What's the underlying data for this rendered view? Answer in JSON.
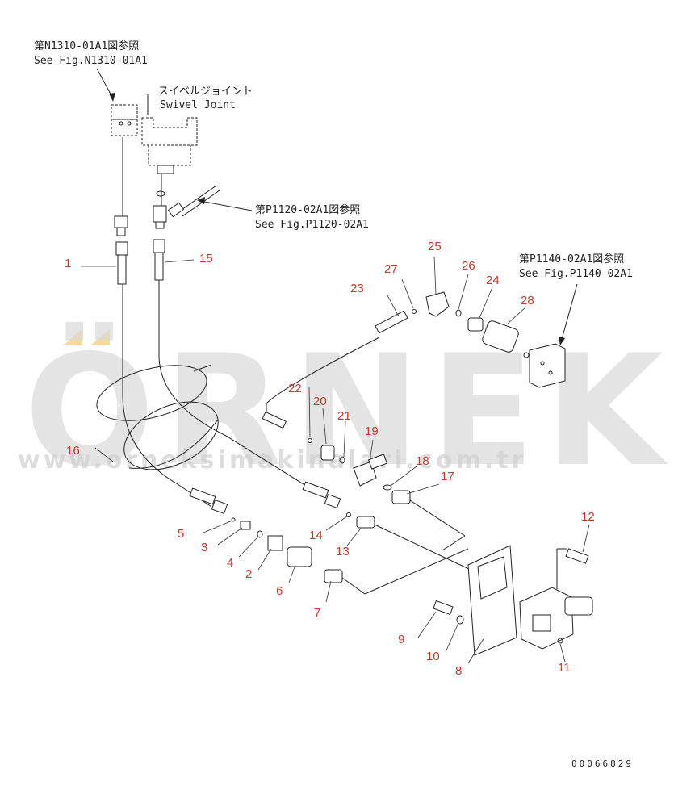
{
  "references": {
    "n1310_jp": "第N1310-01A1図参照",
    "n1310_en": "See Fig.N1310-01A1",
    "swivel_jp": "スイベルジョイント",
    "swivel_en": "Swivel Joint",
    "p1120_jp": "第P1120-02A1図参照",
    "p1120_en": "See Fig.P1120-02A1",
    "p1140_jp": "第P1140-02A1図参照",
    "p1140_en": "See Fig.P1140-02A1"
  },
  "watermark": {
    "brand": "ÖRNEK",
    "url": "www.orneksimakinalari.com.tr",
    "accent_color": "#f2d27a"
  },
  "part_numbers": {
    "p1": "1",
    "p2": "2",
    "p3": "3",
    "p4": "4",
    "p5": "5",
    "p6": "6",
    "p7": "7",
    "p8": "8",
    "p9": "9",
    "p10": "10",
    "p11": "11",
    "p12": "12",
    "p13": "13",
    "p14": "14",
    "p15": "15",
    "p16": "16",
    "p17": "17",
    "p18": "18",
    "p19": "19",
    "p20": "20",
    "p21": "21",
    "p22": "22",
    "p23": "23",
    "p24": "24",
    "p25": "25",
    "p26": "26",
    "p27": "27",
    "p28": "28"
  },
  "label_color": "#c8382e",
  "document_id": "00066829"
}
